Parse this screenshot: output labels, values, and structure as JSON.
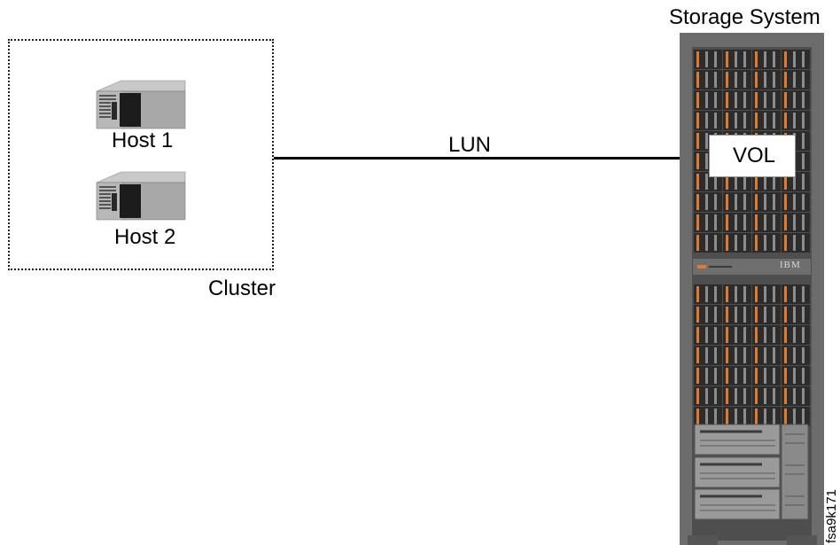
{
  "cluster": {
    "label": "Cluster",
    "hosts": [
      {
        "label": "Host 1",
        "icon": "server-icon"
      },
      {
        "label": "Host 2",
        "icon": "server-icon"
      }
    ]
  },
  "connection": {
    "label": "LUN"
  },
  "storage": {
    "title": "Storage System",
    "volume_label": "VOL",
    "brand": "IBM"
  },
  "figure_id": "fsa9k171",
  "colors": {
    "drive_accent": "#e07a2e",
    "rack_frame": "#6c6c6c",
    "rack_body": "#4e4e4e",
    "line": "#000000"
  }
}
